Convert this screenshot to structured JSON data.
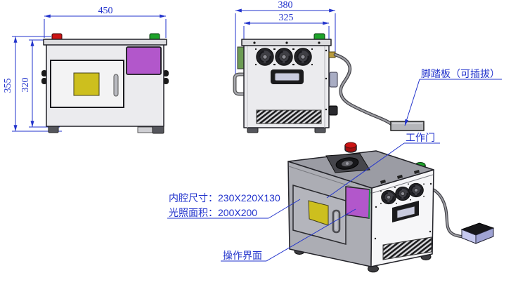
{
  "colors": {
    "annotation_blue": "#2233cc",
    "machine_body_gray": "#ebebee",
    "lid_gray": "#dcdcdf",
    "door_gray": "#f3f3f4",
    "iso_left_face_gray": "#acadb4",
    "iso_top_face_gray": "#9b9ca4",
    "iso_right_face_white": "#f6f6f8",
    "yellow_window": "#cdbf1e",
    "purple_panel": "#b257cb",
    "red_button": "#cc1414",
    "green_button": "#1ea32a",
    "pedal_lavender": "#c6c9ef"
  },
  "front_view": {
    "dim_width": "450",
    "dim_height_total": "355",
    "dim_height_body": "320"
  },
  "side_view": {
    "dim_depth_total": "380",
    "dim_depth_body": "325"
  },
  "callouts": {
    "foot_pedal": "脚踏板（可插拔）",
    "work_door": "工作门",
    "cavity_size": "内腔尺寸：230X220X130",
    "light_area": "光照面积：200X200",
    "operation_ui": "操作界面"
  }
}
